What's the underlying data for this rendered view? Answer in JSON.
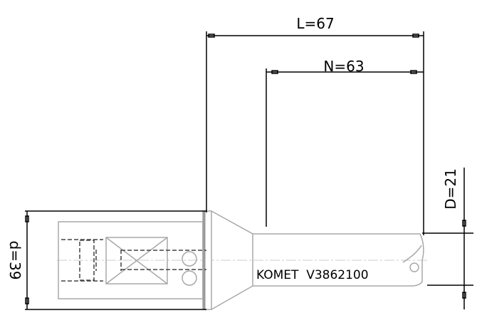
{
  "dimensions": {
    "overall_length": "L=67",
    "neck_length": "N=63",
    "cutting_diameter": "D=21",
    "shank_diameter": "d=39"
  },
  "marking": "KOMET  V3862100",
  "colors": {
    "dimension": "#000000",
    "outline": "#a8a8a8",
    "hidden": "#444444"
  }
}
